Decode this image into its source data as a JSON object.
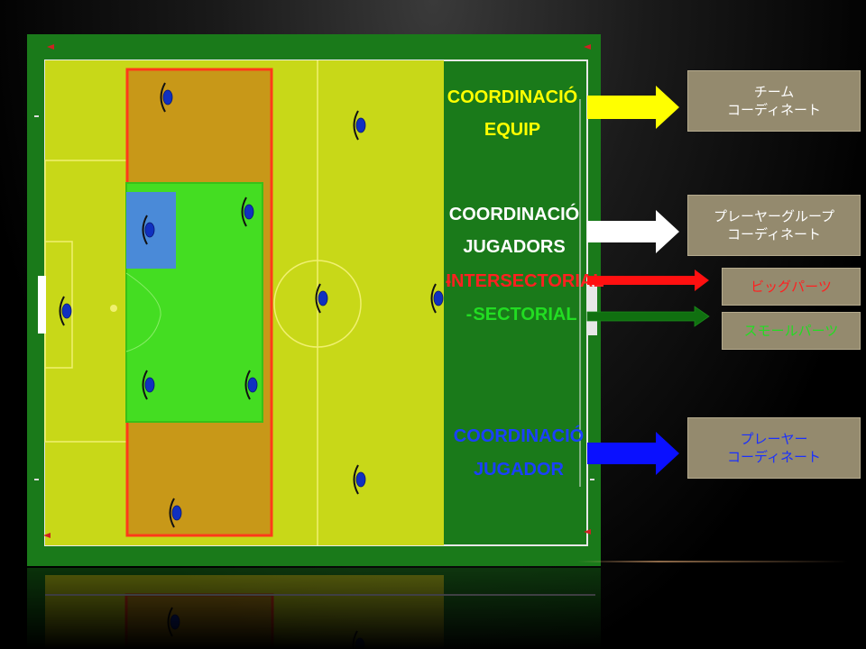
{
  "diagram": {
    "section_titles": {
      "equip": [
        "COORDINACIÓ",
        "EQUIP"
      ],
      "jugadors": [
        "COORDINACIÓ",
        "JUGADORS"
      ],
      "intersectorial": "INTERSECTORIAL",
      "sectorial": "SECTORIAL",
      "jugador": [
        "COORDINACIÓ",
        "JUGADOR"
      ],
      "dash": "-"
    },
    "labels": {
      "team": [
        "チーム",
        "コーディネート"
      ],
      "player_group": [
        "プレーヤーグループ",
        "コーディネート"
      ],
      "big_parts": [
        "ビッグパーツ"
      ],
      "small_parts": [
        "スモールパーツ"
      ],
      "player": [
        "プレーヤー",
        "コーディネート"
      ]
    },
    "colors": {
      "pitch": "#1a7a1a",
      "zone_yellow": "#c8d818",
      "zone_orange": "#c89818",
      "zone_red_border": "#ff3a1a",
      "zone_green": "#44dd22",
      "zone_blue": "#4a8ad8",
      "player_dot": "#1030c0",
      "arrow_yellow": "#ffff00",
      "arrow_white": "#ffffff",
      "arrow_red": "#ff1010",
      "arrow_green": "#107010",
      "arrow_blue": "#0a10ff",
      "title_yellow": "#ffff00",
      "title_white": "#ffffff",
      "title_red": "#ff2020",
      "title_green": "#22dd22",
      "title_blue": "#1a40ff",
      "label_bg": "#948a6e",
      "label_text_white": "#ffffff",
      "label_text_red": "#ff2020",
      "label_text_green": "#22dd22",
      "label_text_blue": "#1a30ff"
    }
  }
}
